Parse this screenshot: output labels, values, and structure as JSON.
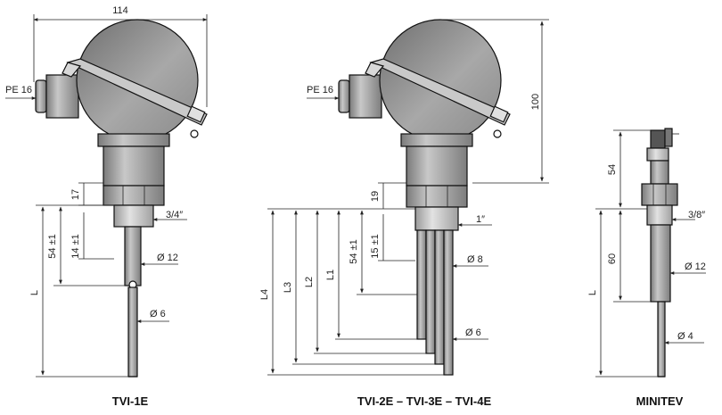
{
  "colors": {
    "metal_dark": "#8a8a8a",
    "metal_mid": "#b5b5b5",
    "metal_light": "#d9d9d9",
    "line": "#222222"
  },
  "left": {
    "width_label": "114",
    "pe_label": "PE 16",
    "dim_17": "17",
    "thread": "3/4″",
    "dim_54": "54 ±1",
    "dim_14": "14 ±1",
    "dia_12": "Ø 12",
    "dia_6": "Ø 6",
    "l_label": "L",
    "caption": "TVI-1E"
  },
  "middle": {
    "pe_label": "PE 16",
    "dim_100": "100",
    "dim_19": "19",
    "thread": "1″",
    "dim_54": "54 ±1",
    "dim_15": "15 ±1",
    "dia_8": "Ø 8",
    "dia_6": "Ø 6",
    "l4": "L4",
    "l3": "L3",
    "l2": "L2",
    "l1": "L1",
    "caption": "TVI-2E – TVI-3E – TVI-4E"
  },
  "right": {
    "dim_54": "54",
    "dim_60": "60",
    "thread": "3/8″",
    "dia_12": "Ø 12",
    "dia_4": "Ø 4",
    "l_label": "L",
    "caption": "MINITEV"
  }
}
